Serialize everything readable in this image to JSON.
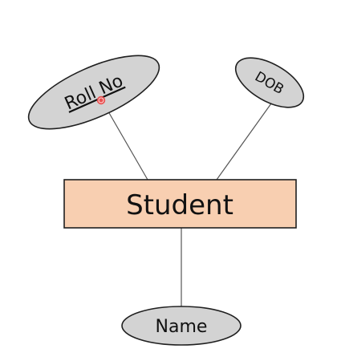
{
  "diagram": {
    "entity": {
      "label": "Student"
    },
    "attributes": {
      "roll_no": "Roll No",
      "dob": "DOB",
      "name": "Name"
    },
    "colors": {
      "entity_fill": "#f8cfb1",
      "attribute_fill": "#d3d3d3",
      "stroke": "#1f1f1f",
      "pointer": "#ea4a4a",
      "background": "#ffffff"
    },
    "pointer": {
      "icon": "cursor-dot-icon"
    }
  }
}
